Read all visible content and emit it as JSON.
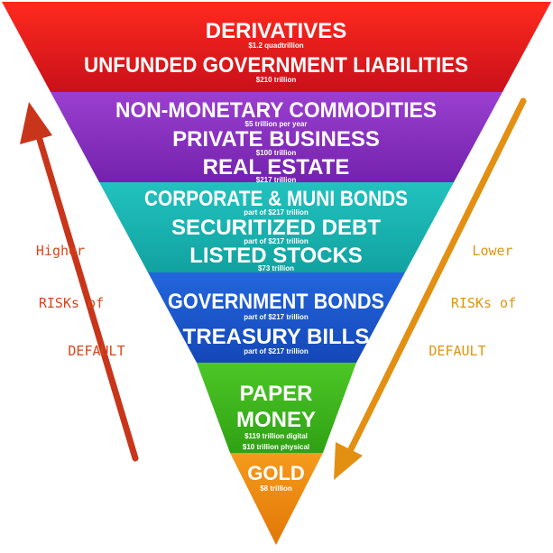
{
  "tiers": [
    {
      "color": "#e0141b",
      "items": [
        {
          "title": "DERIVATIVES",
          "value": "$1.2 quadtrillion"
        },
        {
          "title": "UNFUNDED GOVERNMENT LIABILITIES",
          "value": "$210 trillion"
        }
      ]
    },
    {
      "color": "#8a2fbf",
      "items": [
        {
          "title": "NON-MONETARY COMMODITIES",
          "value": "$5 trillion per year"
        },
        {
          "title": "PRIVATE BUSINESS",
          "value": "$100 trillion"
        },
        {
          "title": "REAL ESTATE",
          "value": "$217 trillion"
        }
      ]
    },
    {
      "color": "#17b3b0",
      "items": [
        {
          "title": "CORPORATE & MUNI BONDS",
          "value": "part of $217 trillion"
        },
        {
          "title": "SECURITIZED DEBT",
          "value": "part of $217 trillion"
        },
        {
          "title": "LISTED STOCKS",
          "value": "$73 trillion"
        }
      ]
    },
    {
      "color": "#1a57cc",
      "items": [
        {
          "title": "GOVERNMENT BONDS",
          "value": "part of $217 trillion"
        },
        {
          "title": "TREASURY BILLS",
          "value": "part of $217 trillion"
        }
      ]
    },
    {
      "color": "#3fb71c",
      "items": [
        {
          "title": "PAPER",
          "value": ""
        },
        {
          "title": "MONEY",
          "value": "$119 trillion digital"
        },
        {
          "title": "",
          "value": "$10 trillion physical"
        }
      ]
    },
    {
      "color": "#ef8a14",
      "items": [
        {
          "title": "GOLD",
          "value": "$8 trillion"
        }
      ]
    }
  ],
  "left_label": {
    "lines": [
      "Higher",
      "RISKs of",
      "DEFAULT"
    ],
    "color": "#d9461b"
  },
  "right_label": {
    "lines": [
      "Lower",
      "RISKs of",
      "DEFAULT"
    ],
    "color": "#e09411"
  },
  "arrow_colors": {
    "left": "#c8351a",
    "right": "#e38f12"
  }
}
